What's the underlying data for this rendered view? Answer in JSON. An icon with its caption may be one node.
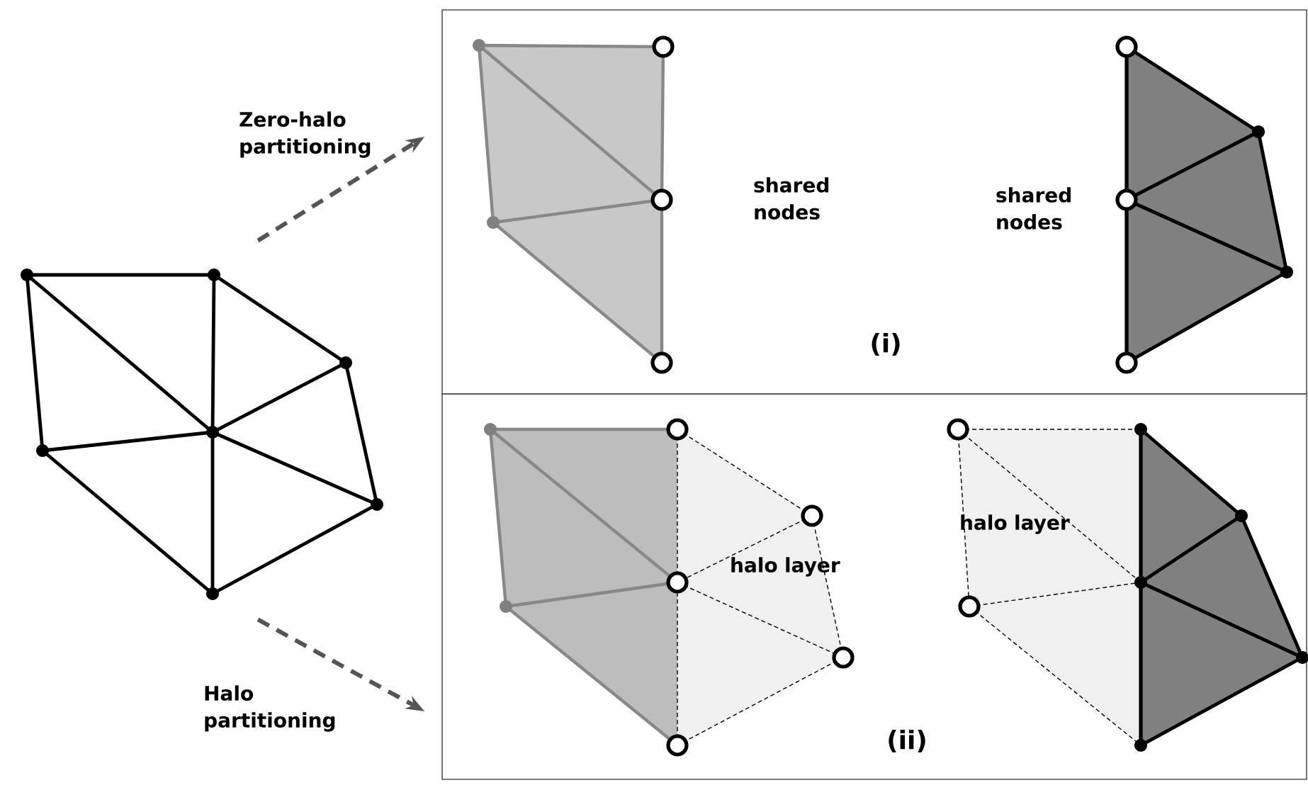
{
  "diagram": {
    "nodes": [
      {
        "text": [],
        "shape": "picture"
      },
      {
        "text": [
          "(i)"
        ]
      },
      {
        "text": [
          "(ii)"
        ]
      }
    ],
    "edges": [
      {
        "from": 0,
        "to": 1,
        "arrow": "to",
        "style": "dashed",
        "label": "Zero-halo partitioning"
      },
      {
        "from": 0,
        "to": 2,
        "arrow": "to",
        "style": "dashed",
        "label": "Halo partitioning"
      }
    ],
    "labels": [
      "shared nodes",
      "shared nodes",
      "halo layer",
      "halo layer"
    ]
  }
}
